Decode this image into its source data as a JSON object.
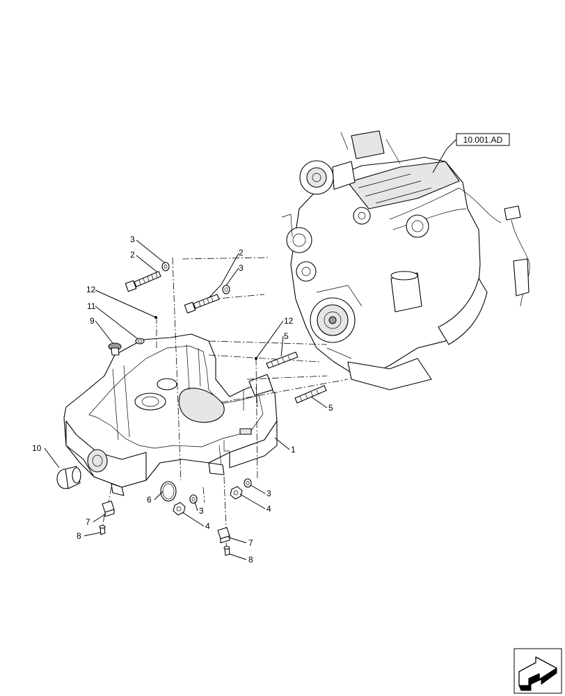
{
  "reference_box": {
    "label": "10.001.AD"
  },
  "callouts": {
    "c1": "1",
    "c2a": "2",
    "c2b": "2",
    "c3a": "3",
    "c3b": "3",
    "c3c": "3",
    "c3d": "3",
    "c4a": "4",
    "c4b": "4",
    "c5a": "5",
    "c5b": "5",
    "c6": "6",
    "c7a": "7",
    "c7b": "7",
    "c8a": "8",
    "c8b": "8",
    "c9": "9",
    "c10": "10",
    "c11": "11",
    "c12a": "12",
    "c12b": "12"
  },
  "icons": {
    "corner_arrow": "navigation-arrow-icon"
  }
}
